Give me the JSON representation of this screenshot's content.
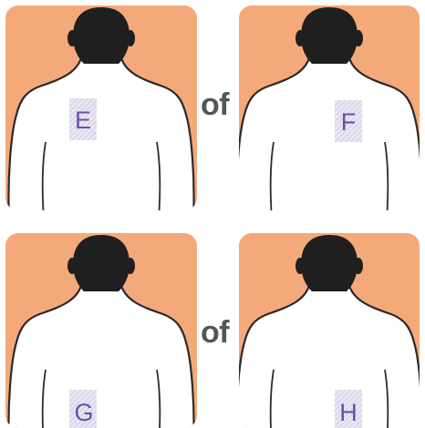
{
  "panels": [
    {
      "id": "E",
      "label": "E",
      "position": "upper-left-back"
    },
    {
      "id": "F",
      "label": "F",
      "position": "upper-right-back"
    },
    {
      "id": "G",
      "label": "G",
      "position": "lower-left-back"
    },
    {
      "id": "H",
      "label": "H",
      "position": "lower-right-back"
    }
  ],
  "connectors": {
    "top": "of",
    "bottom": "of"
  },
  "colors": {
    "background": "#f4a97a",
    "body_fill": "#ffffff",
    "outline": "#2a2a2a",
    "hair": "#1f1f1f",
    "patch_fill": "#e9e7f3",
    "patch_hatch": "#c5c1db",
    "letter": "#6b4fa8",
    "connector_text": "#555458"
  }
}
